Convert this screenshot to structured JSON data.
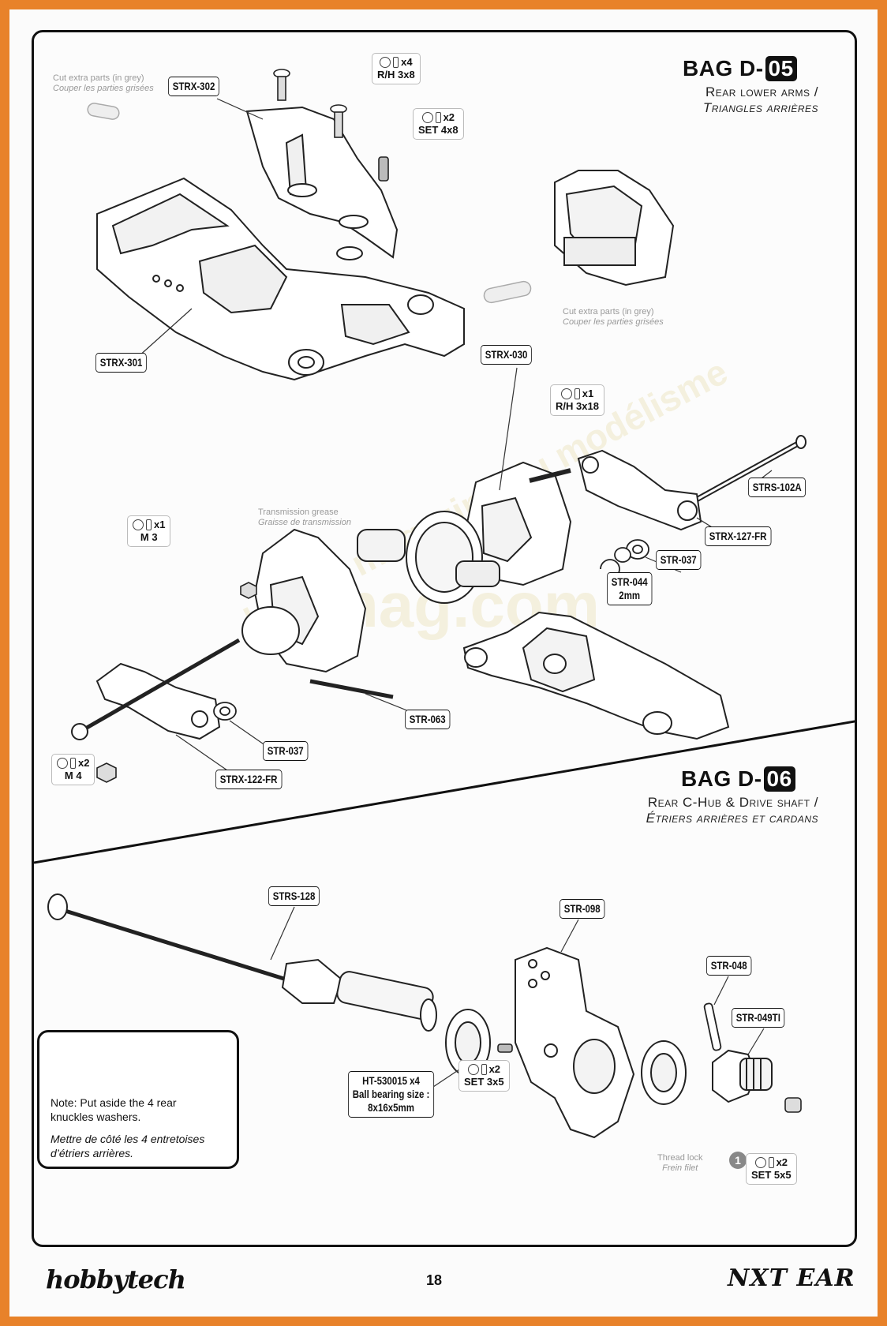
{
  "bag05": {
    "title": "BAG D-",
    "number": "05",
    "sub_en": "Rear lower arms /",
    "sub_fr": "Triangles arrières"
  },
  "bag06": {
    "title": "BAG D-",
    "number": "06",
    "sub_en": "Rear C-Hub & Drive shaft /",
    "sub_fr": "Étriers arrières et cardans"
  },
  "parts05": {
    "strx302": "STRX-302",
    "strx301": "STRX-301",
    "strx030": "STRX-030",
    "strs102a": "STRS-102A",
    "strx127fr": "STRX-127-FR",
    "str037a": "STR-037",
    "str044": "STR-044",
    "str044_sub": "2mm",
    "str063": "STR-063",
    "str037b": "STR-037",
    "strx122fr": "STRX-122-FR"
  },
  "hardware05": {
    "rh3x8_qty": "x4",
    "rh3x8": "R/H 3x8",
    "set4x8_qty": "x2",
    "set4x8": "SET 4x8",
    "rh3x18_qty": "x1",
    "rh3x18": "R/H 3x18",
    "m3_qty": "x1",
    "m3": "M 3",
    "m4_qty": "x2",
    "m4": "M 4"
  },
  "parts06": {
    "strs128": "STRS-128",
    "str098": "STR-098",
    "str048": "STR-048",
    "str049ti": "STR-049TI",
    "ht_line1": "HT-530015  x4",
    "ht_line2": "Ball bearing size :",
    "ht_line3": "8x16x5mm"
  },
  "hardware06": {
    "set3x5_qty": "x2",
    "set3x5": "SET 3x5",
    "set5x5_qty": "x2",
    "set5x5": "SET 5x5"
  },
  "notes": {
    "cut_en": "Cut extra parts (in grey)",
    "cut_fr": "Couper les parties grisées",
    "grease_en": "Transmission grease",
    "grease_fr": "Graisse de transmission",
    "thread_en": "Thread lock",
    "thread_fr": "Frein filet",
    "thread_num": "1"
  },
  "note_box": {
    "en_line1": "Note: Put aside the 4 rear",
    "en_line2": "knuckles washers.",
    "fr_line1": "Mettre de côté les 4 entretoises",
    "fr_line2": "d’étriers arrières."
  },
  "watermark": {
    "line1": "le web magazine du modélisme",
    "line2": "rcmag.com"
  },
  "footer": {
    "page_number": "18",
    "left_logo": "hobbytech",
    "right_logo": "NXT EAR"
  }
}
